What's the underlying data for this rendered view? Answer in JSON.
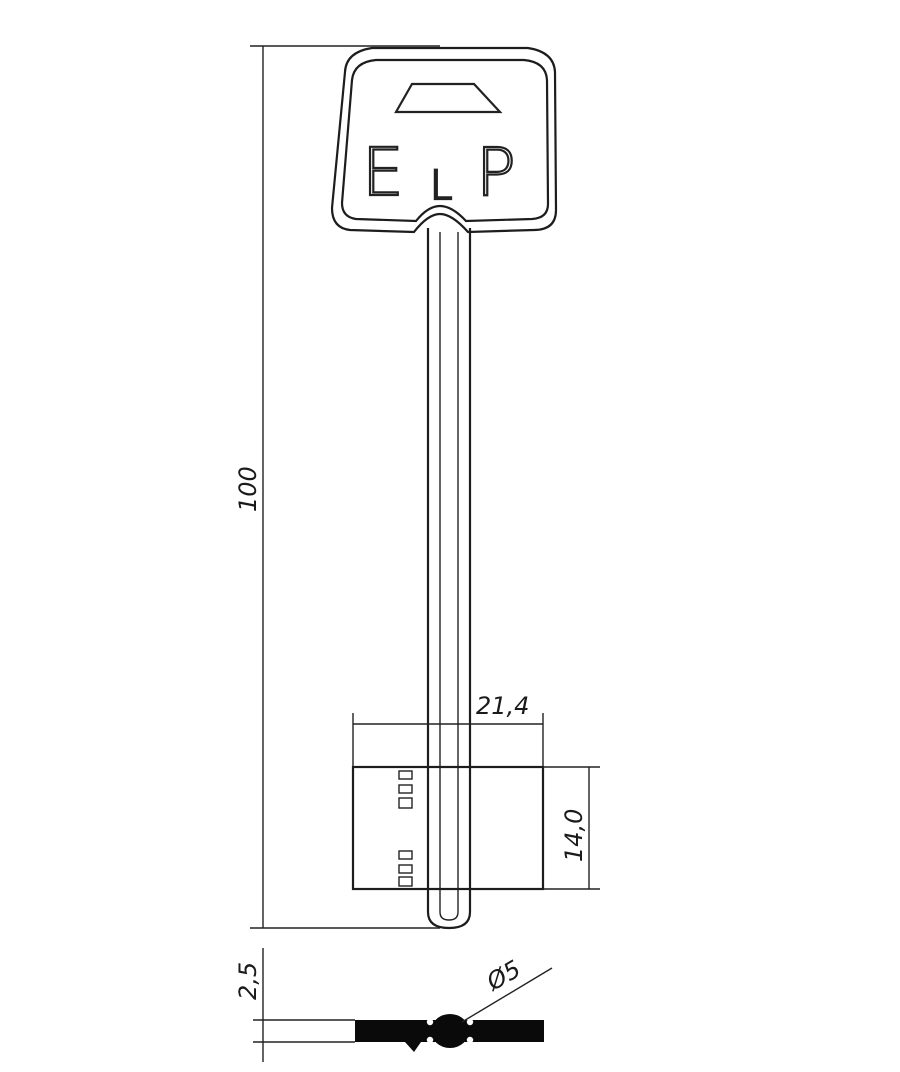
{
  "logo": {
    "letters": [
      "E",
      "L",
      "P"
    ]
  },
  "dimensions": {
    "overall_length": "100",
    "blade_width": "21,4",
    "blade_height": "14,0",
    "profile_thickness": "2,5",
    "shaft_diameter": "Ø5"
  },
  "colors": {
    "line": "#1d1d1d",
    "background": "#ffffff",
    "profile_fill": "#0a0a0a"
  }
}
